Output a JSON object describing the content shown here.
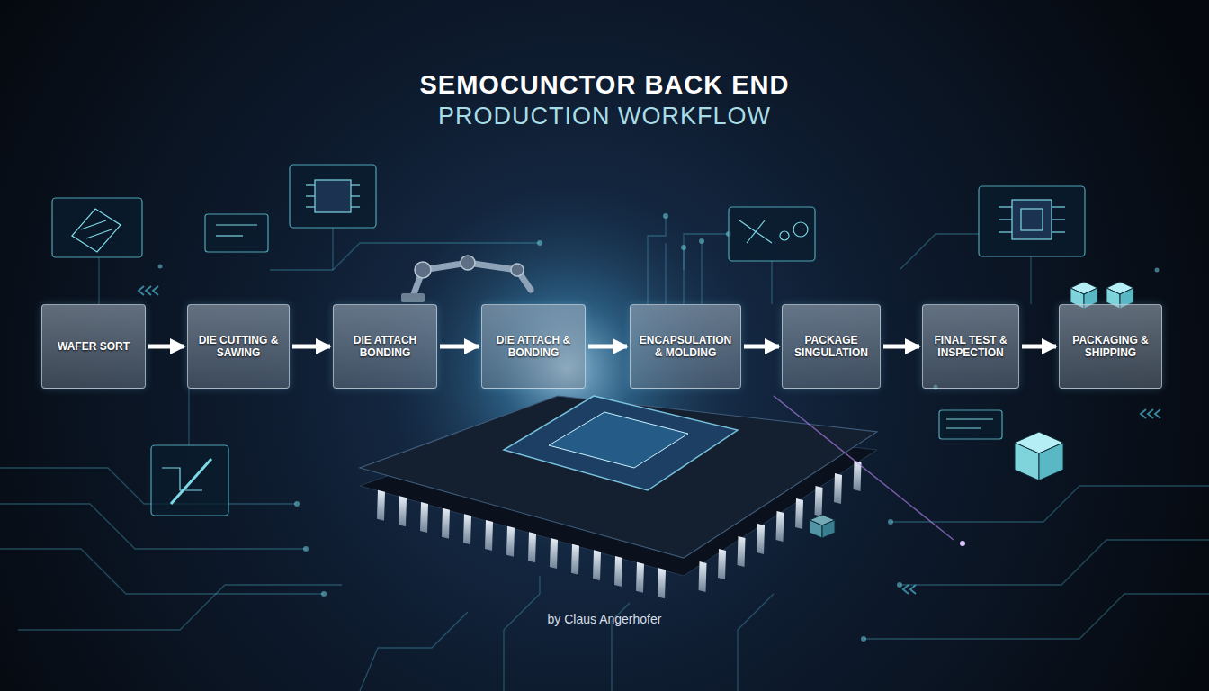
{
  "diagram": {
    "title": "SEMOCUNCTOR BACK END",
    "caption": "by Claus Angerhofer",
    "nodes": [
      {
        "text": [
          "WAFER SORT"
        ]
      },
      {
        "text": [
          "DIE CUTTING & SAWING"
        ]
      },
      {
        "text": [
          "DIE ATTACH BONDING"
        ]
      },
      {
        "text": [
          "DIE ATTACH & BONDING"
        ]
      },
      {
        "text": [
          "ENCAPSULATION & MOLDING"
        ]
      },
      {
        "text": [
          "PACKAGE SINGULATION"
        ]
      },
      {
        "text": [
          "FINAL TEST & INSPECTION"
        ]
      },
      {
        "text": [
          "PACKAGING & SHIPPING"
        ]
      }
    ],
    "edges": [
      {
        "from": 0,
        "to": 1,
        "arrow": "to"
      },
      {
        "from": 1,
        "to": 2,
        "arrow": "to"
      },
      {
        "from": 2,
        "to": 3,
        "arrow": "to"
      },
      {
        "from": 3,
        "to": 4,
        "arrow": "to"
      },
      {
        "from": 4,
        "to": 5,
        "arrow": "to"
      },
      {
        "from": 5,
        "to": 6,
        "arrow": "to"
      },
      {
        "from": 6,
        "to": 7,
        "arrow": "to"
      }
    ],
    "labels": [
      "PRODUCTION WORKFLOW"
    ]
  }
}
